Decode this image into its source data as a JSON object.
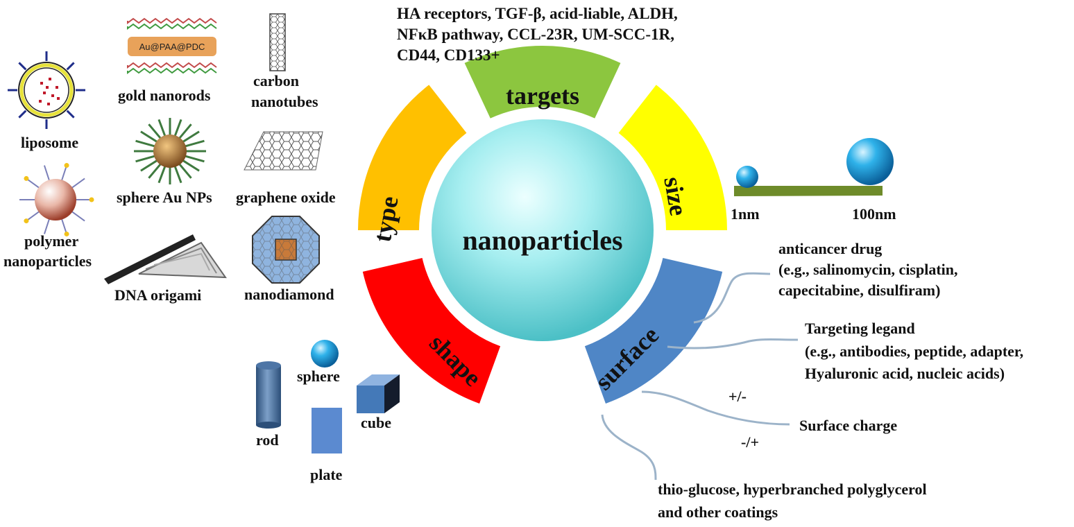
{
  "center": {
    "title": "nanoparticles"
  },
  "segments": {
    "targets": {
      "label": "targets",
      "color": "#8cc63f"
    },
    "size": {
      "label": "size",
      "color": "#ffff00"
    },
    "surface": {
      "label": "surface",
      "color": "#4f86c6"
    },
    "shape": {
      "label": "shape",
      "color": "#ff0000"
    },
    "type": {
      "label": "type",
      "color": "#ffc000"
    }
  },
  "targets_text": [
    "HA receptors, TGF-β, acid-liable, ALDH,",
    "NFκB pathway, CCL-23R, UM-SCC-1R,",
    "CD44, CD133+"
  ],
  "size_labels": {
    "min": "1nm",
    "max": "100nm"
  },
  "surface_items": {
    "drug": [
      "anticancer drug",
      "(e.g., salinomycin, cisplatin,",
      "capecitabine, disulfiram)"
    ],
    "ligand": [
      "Targeting legand",
      "(e.g., antibodies,  peptide, adapter,",
      "Hyaluronic acid, nucleic acids)"
    ],
    "charge": {
      "label": "Surface charge",
      "positive_negative": "+/-",
      "negative_positive": "-/+"
    },
    "coating": [
      "thio-glucose, hyperbranched polyglycerol",
      "and other coatings"
    ]
  },
  "type_items": {
    "liposome": "liposome",
    "polymer": [
      "polymer",
      "nanoparticles"
    ],
    "gold_nanorods": "gold nanorods",
    "gold_nanorods_inner": "Au@PAA@PDC",
    "carbon_nanotubes": [
      "carbon",
      "nanotubes"
    ],
    "sphere_au": "sphere Au NPs",
    "graphene_oxide": "graphene oxide",
    "dna_origami": "DNA origami",
    "nanodiamond": "nanodiamond"
  },
  "shape_items": {
    "rod": "rod",
    "sphere": "sphere",
    "plate": "plate",
    "cube": "cube"
  }
}
